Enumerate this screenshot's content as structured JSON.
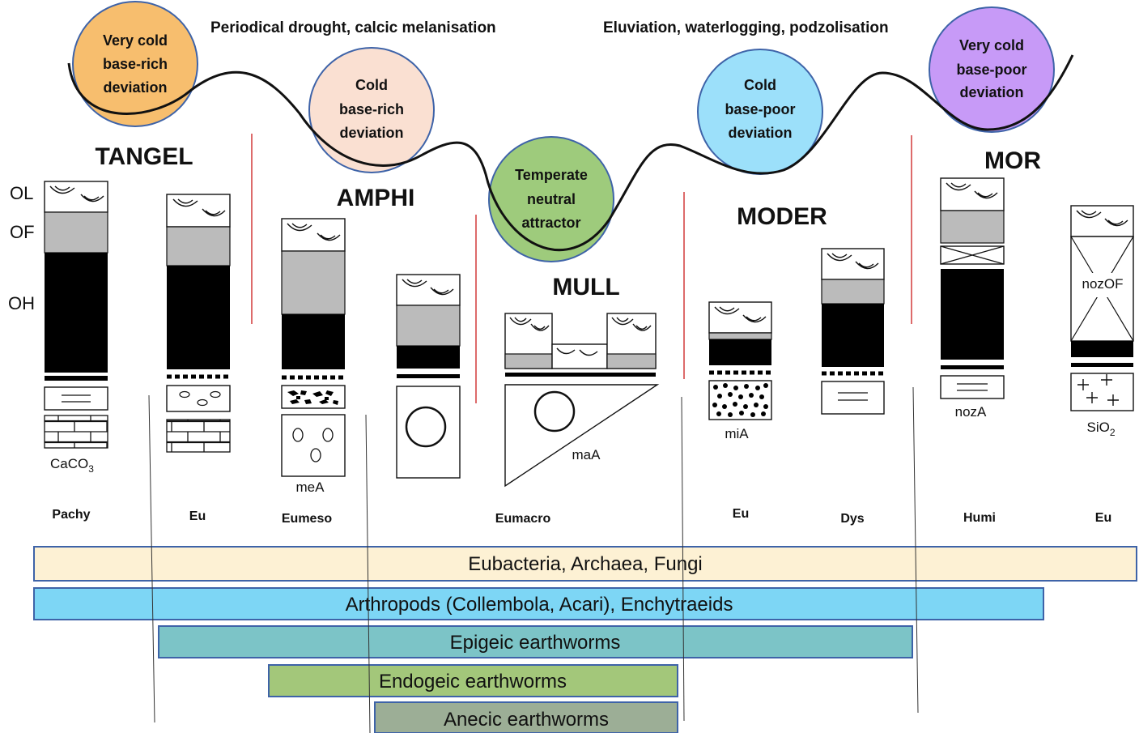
{
  "header": {
    "left_process": "Periodical drought, calcic melanisation",
    "right_process": "Eluviation, waterlogging, podzolisation"
  },
  "circles": [
    {
      "lines": [
        "Very cold",
        "base-rich",
        "deviation"
      ],
      "color": "#F7BE6E"
    },
    {
      "lines": [
        "Cold",
        "base-rich",
        "deviation"
      ],
      "color": "#FAE0D2"
    },
    {
      "lines": [
        "Temperate",
        "neutral",
        "attractor"
      ],
      "color": "#9ECB7C"
    },
    {
      "lines": [
        "Cold",
        "base-poor",
        "deviation"
      ],
      "color": "#9CE0FA"
    },
    {
      "lines": [
        "Very cold",
        "base-poor",
        "deviation"
      ],
      "color": "#C79AF7"
    }
  ],
  "humus_forms": {
    "tangel": "TANGEL",
    "amphi": "AMPHI",
    "mull": "MULL",
    "moder": "MODER",
    "mor": "MOR"
  },
  "horizon_labels": {
    "ol": "OL",
    "of": "OF",
    "oh": "OH"
  },
  "mineral_labels": {
    "caco3": "CaCO",
    "caco3_sub": "3",
    "mea": "meA",
    "maa": "maA",
    "mia": "miA",
    "noza": "nozA",
    "nozof": "nozOF",
    "sio2": "SiO",
    "sio2_sub": "2"
  },
  "subtypes": [
    "Pachy",
    "Eu",
    "Eumeso",
    "Eumacro",
    "Eu",
    "Dys",
    "Humi",
    "Eu"
  ],
  "organism_bands": [
    {
      "label": "Eubacteria, Archaea, Fungi",
      "color": "#FDF1D4"
    },
    {
      "label": "Arthropods (Collembola, Acari), Enchytraeids",
      "color": "#7DD6F5"
    },
    {
      "label": "Epigeic earthworms",
      "color": "#7CC4C7"
    },
    {
      "label": "Endogeic earthworms",
      "color": "#A3C77A"
    },
    {
      "label": "Anecic earthworms",
      "color": "#9CAE96"
    }
  ]
}
